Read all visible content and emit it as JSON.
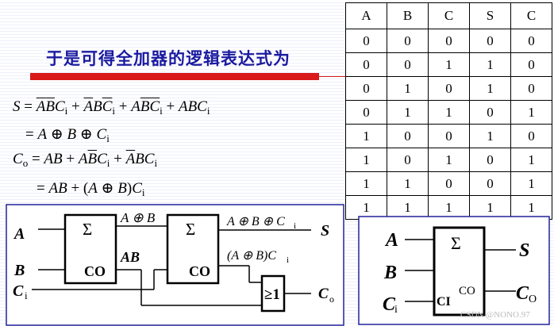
{
  "slide": {
    "title": "于是可得全加器的逻辑表达式为",
    "watermark": "CSDN @NONO.97"
  },
  "truth_table": {
    "headers": [
      "A",
      "B",
      "C",
      "S",
      "C"
    ],
    "rows": [
      [
        "0",
        "0",
        "0",
        "0",
        "0"
      ],
      [
        "0",
        "0",
        "1",
        "1",
        "0"
      ],
      [
        "0",
        "1",
        "0",
        "1",
        "0"
      ],
      [
        "0",
        "1",
        "1",
        "0",
        "1"
      ],
      [
        "1",
        "0",
        "0",
        "1",
        "0"
      ],
      [
        "1",
        "0",
        "1",
        "0",
        "1"
      ],
      [
        "1",
        "1",
        "0",
        "0",
        "1"
      ],
      [
        "1",
        "1",
        "1",
        "1",
        "1"
      ]
    ]
  },
  "equations": {
    "s_lhs": "S",
    "s_terms": [
      "A",
      "B",
      "C",
      "i",
      "A",
      "B",
      "C",
      "i",
      "A",
      "B",
      "C",
      "i",
      "ABC",
      "i"
    ],
    "s_xor": [
      "A",
      "B",
      "C",
      "i"
    ],
    "co_lhs": "C",
    "co_lhs_sub": "o",
    "co_terms": [
      "AB",
      "A",
      "B",
      "C",
      "i",
      "A",
      "BC",
      "i"
    ],
    "co_simplified": [
      "AB",
      "A",
      "B",
      "C",
      "i"
    ]
  },
  "circuit_left": {
    "input_a": "A",
    "input_b": "B",
    "input_c": "C",
    "input_c_sub": "i",
    "sigma1": "Σ",
    "co1": "CO",
    "sigma2": "Σ",
    "co2": "CO",
    "or_gate": "≥1",
    "label_a_xor_b": "A ⊕ B",
    "label_ab": "AB",
    "label_s_expr": "A ⊕ B ⊕ C",
    "label_s_expr_sub": "i",
    "label_carry_expr": "(A ⊕ B)C",
    "label_carry_expr_sub": "i",
    "output_s": "S",
    "output_c": "C",
    "output_c_sub": "o"
  },
  "circuit_right": {
    "input_a": "A",
    "input_b": "B",
    "input_c": "C",
    "input_c_sub": "i",
    "sigma": "Σ",
    "ci": "CI",
    "co": "CO",
    "output_s": "S",
    "output_c": "C",
    "output_c_sub": "O"
  }
}
